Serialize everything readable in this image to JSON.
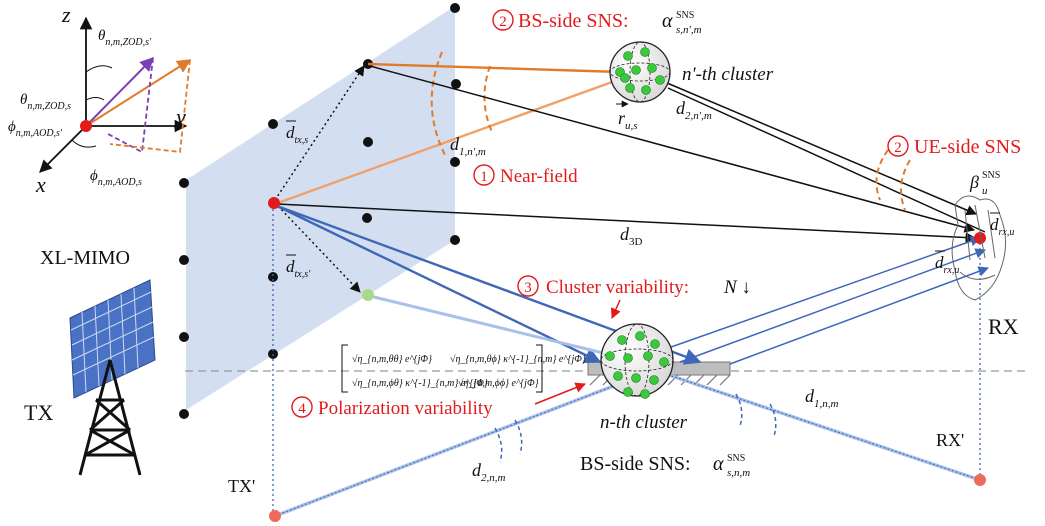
{
  "labels": {
    "bs_sns_title": "BS-side SNS:",
    "bs_sns_num": "2",
    "bs_alpha": "α",
    "bs_alpha_sup": "SNS",
    "bs_alpha_sub": "s,n',m",
    "nprime_cluster": "n'-th cluster",
    "ue_sns_title": "UE-side SNS",
    "ue_sns_num": "2",
    "beta": "β",
    "beta_sup": "SNS",
    "beta_sub": "u",
    "near_field_num": "1",
    "near_field": "Near-field",
    "cluster_var_num": "3",
    "cluster_var": "Cluster variability:",
    "cluster_var_expr": "N ↓",
    "pol_var_num": "4",
    "pol_var": "Polarization variability",
    "n_cluster": "n-th cluster",
    "bs_sns_bottom": "BS-side SNS:",
    "bs_bottom_alpha": "α",
    "bs_bottom_sup": "SNS",
    "bs_bottom_sub": "s,n,m",
    "xl_mimo": "XL-MIMO",
    "tx": "TX",
    "tx_prime": "TX'",
    "rx": "RX",
    "rx_prime": "RX'"
  },
  "symbols": {
    "d": "d",
    "d3d_sub": "3D",
    "d1_nprime_sub": "1,n',m",
    "d2_nprime_sub": "2,n',m",
    "d1_n_sub": "1,n,m",
    "d2_n_sub": "2,n,m",
    "r_us": "r",
    "r_us_sub": "u,s",
    "dtx_s_sub": "tx,s",
    "dtx_sp_sub": "tx,s'",
    "drx_u_sub": "rx,u",
    "drx_u2_sub": "rx,u"
  },
  "axes": {
    "z": "z",
    "y": "y",
    "x": "x",
    "theta_zod_sp": "θ",
    "theta_zod_sp_sub": "n,m,ZOD,s'",
    "theta_zod_s": "θ",
    "theta_zod_s_sub": "n,m,ZOD,s",
    "phi_aod_sp": "ϕ",
    "phi_aod_sp_sub": "n,m,AOD,s'",
    "phi_aod_s": "ϕ",
    "phi_aod_s_sub": "n,m,AOD,s"
  },
  "matrix": {
    "m11": "√η_{n,m,θθ} e^{jΦ}",
    "m12": "√η_{n,m,θϕ} κ^{-1}_{n,m} e^{jΦ}",
    "m21": "√η_{n,m,ϕθ} κ^{-1}_{n,m} e^{jΦ}",
    "m22": "√η_{n,m,ϕϕ} e^{jΦ}"
  },
  "colors": {
    "red": "#e31a1c",
    "orange": "#e07b2a",
    "blue": "#4a72c4",
    "light_blue": "#a9c0e8",
    "panel": "#cdd8ee",
    "green": "#3cc83c",
    "purple": "#7a3fb5"
  }
}
